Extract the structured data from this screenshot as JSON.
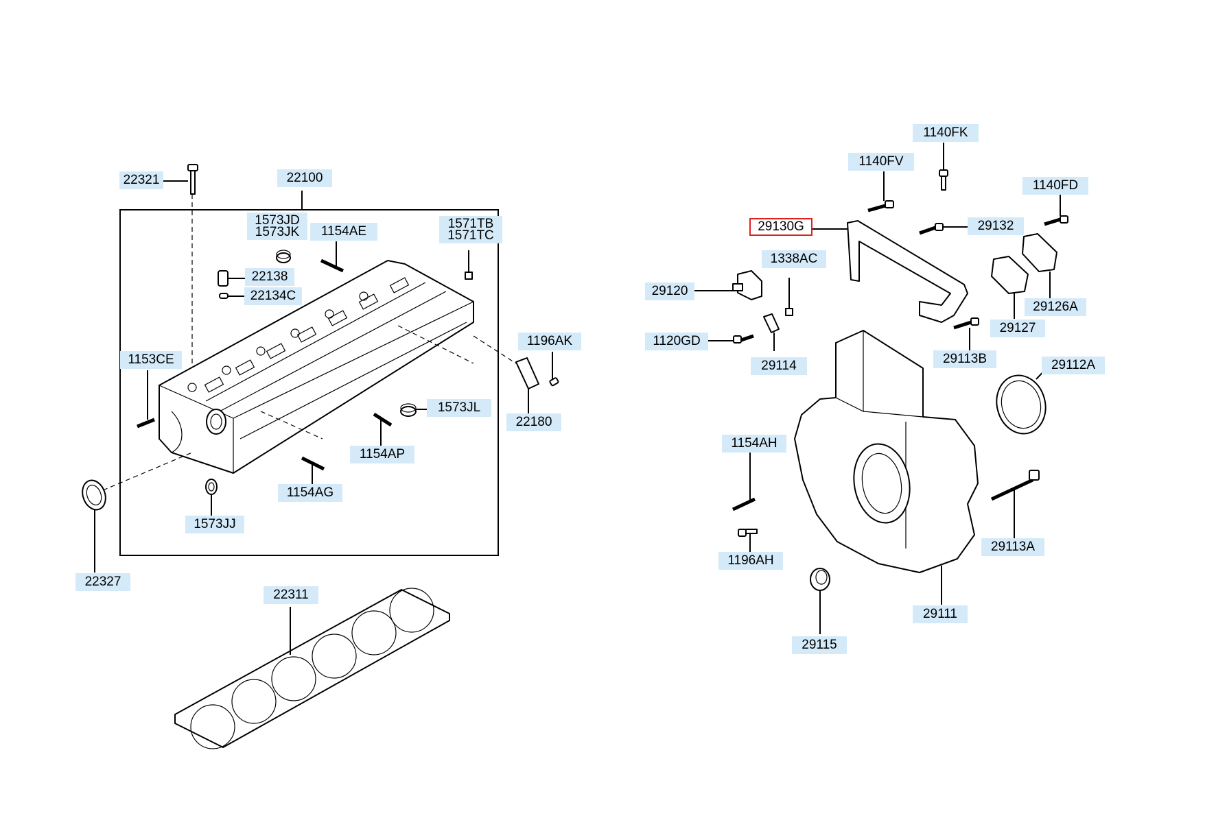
{
  "callouts": {
    "c22321": "22321",
    "c22100": "22100",
    "c1573JD_1573JK": "1573JD\n1573JK",
    "c1154AE": "1154AE",
    "c1571TB_1571TC": "1571TB\n1571TC",
    "c22138": "22138",
    "c22134C": "22134C",
    "c1153CE": "1153CE",
    "c1196AK": "1196AK",
    "c1573JL": "1573JL",
    "c22180": "22180",
    "c1154AP": "1154AP",
    "c1154AG": "1154AG",
    "c1573JJ": "1573JJ",
    "c22327": "22327",
    "c22311": "22311",
    "c1140FK": "1140FK",
    "c1140FV": "1140FV",
    "c1140FD": "1140FD",
    "c29130G": "29130G",
    "c29132": "29132",
    "c1338AC": "1338AC",
    "c29120": "29120",
    "c29126A": "29126A",
    "c29127": "29127",
    "c1120GD": "1120GD",
    "c29113B": "29113B",
    "c29114": "29114",
    "c29112A": "29112A",
    "c1154AH": "1154AH",
    "c1196AH": "1196AH",
    "c29113A": "29113A",
    "c29111": "29111",
    "c29115": "29115"
  },
  "colors": {
    "label_background": "#d4eaf9",
    "highlight_border": "#e02020",
    "line": "#000000"
  }
}
